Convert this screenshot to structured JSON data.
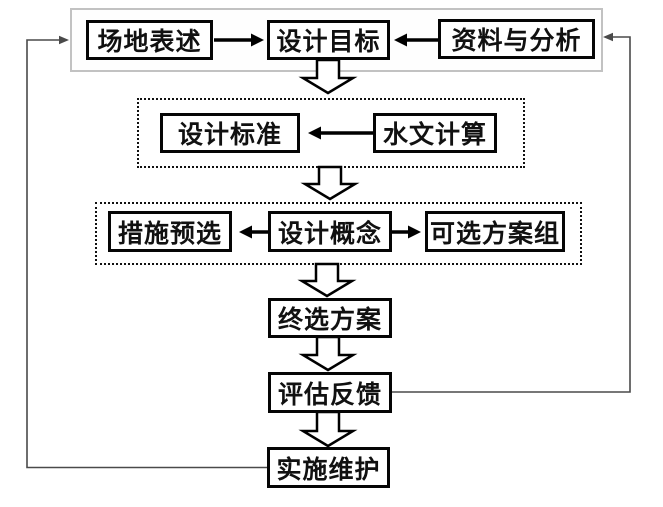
{
  "diagram_type": "flowchart",
  "colors": {
    "box_border": "#050505",
    "box_fill": "#ffffff",
    "arrow": "#000000",
    "loop_line": "#4a4a4a",
    "outer_container_border": "#c2c2c2",
    "dotted_container_border": "#111111",
    "background": "#ffffff"
  },
  "nodes": {
    "site": {
      "label": "场地表述"
    },
    "goal": {
      "label": "设计目标"
    },
    "analysis": {
      "label": "资料与分析"
    },
    "standard": {
      "label": "设计标准"
    },
    "hydrology": {
      "label": "水文计算"
    },
    "measures": {
      "label": "措施预选"
    },
    "concept": {
      "label": "设计概念"
    },
    "options": {
      "label": "可选方案组"
    },
    "final": {
      "label": "终选方案"
    },
    "feedback": {
      "label": "评估反馈"
    },
    "implementation": {
      "label": "实施维护"
    }
  },
  "edges": [
    {
      "from": "site",
      "to": "goal",
      "style": "solid-arrow"
    },
    {
      "from": "analysis",
      "to": "goal",
      "style": "solid-arrow"
    },
    {
      "from": "goal",
      "to": "standard-phase",
      "style": "hollow-block-arrow"
    },
    {
      "from": "hydrology",
      "to": "standard",
      "style": "solid-arrow"
    },
    {
      "from": "standard-phase",
      "to": "concept-phase",
      "style": "hollow-block-arrow"
    },
    {
      "from": "concept",
      "to": "measures",
      "style": "solid-arrow"
    },
    {
      "from": "concept",
      "to": "options",
      "style": "solid-arrow"
    },
    {
      "from": "concept-phase",
      "to": "final",
      "style": "hollow-block-arrow"
    },
    {
      "from": "final",
      "to": "feedback",
      "style": "hollow-block-arrow"
    },
    {
      "from": "feedback",
      "to": "implementation",
      "style": "hollow-block-arrow"
    },
    {
      "from": "feedback",
      "to": "analysis",
      "style": "feedback-loop-right"
    },
    {
      "from": "implementation",
      "to": "top-phase",
      "style": "feedback-loop-left"
    }
  ]
}
